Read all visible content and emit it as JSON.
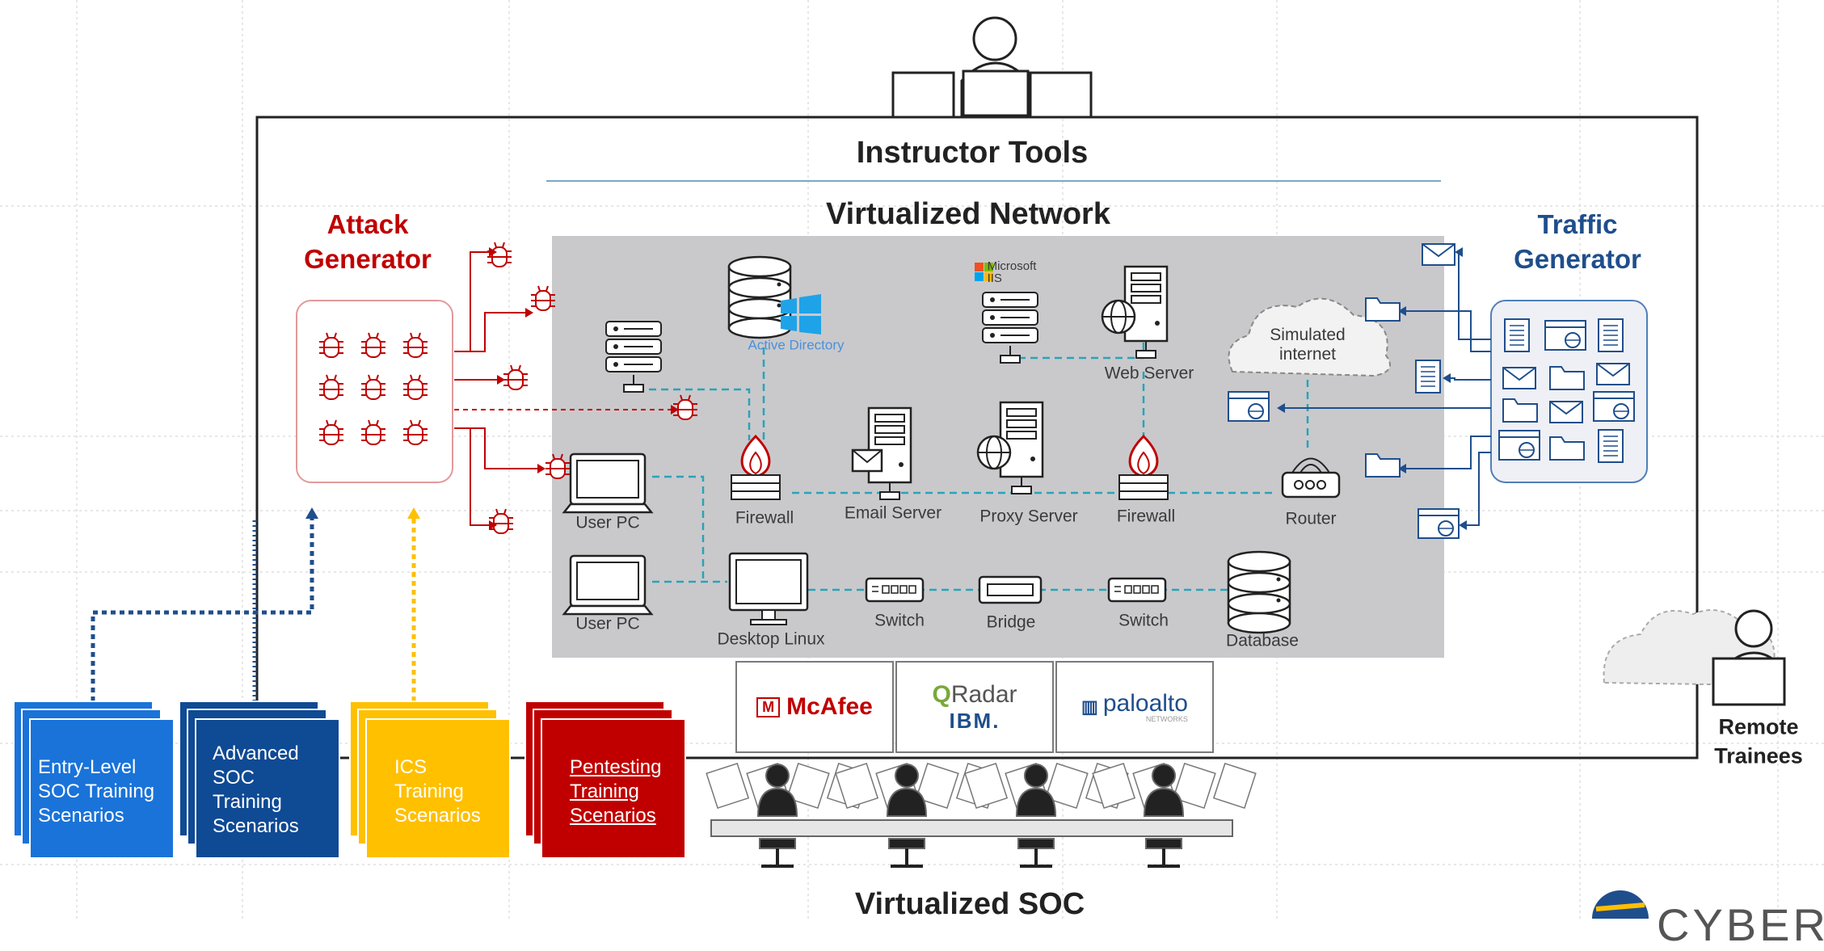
{
  "titles": {
    "instructor_tools": "Instructor Tools",
    "virtualized_network": "Virtualized Network",
    "virtualized_soc": "Virtualized SOC"
  },
  "generators": {
    "attack": [
      "Attack",
      "Generator"
    ],
    "traffic": [
      "Traffic",
      "Generator"
    ]
  },
  "devices": {
    "active_directory": "Active Directory",
    "microsoft_iis": [
      "Microsoft",
      "IIS"
    ],
    "web_server": "Web Server",
    "simulated_internet": [
      "Simulated",
      "internet"
    ],
    "user_pc_1": "User PC",
    "user_pc_2": "User PC",
    "firewall_1": "Firewall",
    "firewall_2": "Firewall",
    "email_server": "Email Server",
    "proxy_server": "Proxy Server",
    "router": "Router",
    "desktop_linux": "Desktop Linux",
    "switch_1": "Switch",
    "bridge": "Bridge",
    "switch_2": "Switch",
    "database": "Database"
  },
  "scenarios": [
    {
      "label": "Entry-Level\nSOC Training\nScenarios",
      "color": "#1a73d9"
    },
    {
      "label": "Advanced\nSOC\nTraining\nScenarios",
      "color": "#0f4a94"
    },
    {
      "label": "ICS\nTraining\nScenarios",
      "color": "#ffc000"
    },
    {
      "label": "Pentesting\nTraining\nScenarios",
      "color": "#c00000"
    }
  ],
  "vendors": {
    "mcafee": "McAfee",
    "qradar": [
      "Radar",
      "IBM."
    ],
    "paloalto": [
      "paloalto",
      "NETWORKS"
    ]
  },
  "remote_trainees": [
    "Remote",
    "Trainees"
  ],
  "brand_logo": "CYBER",
  "colors": {
    "attack_red": "#c00000",
    "traffic_blue": "#1f4e8c",
    "network_bg": "#c9c9cc",
    "link_dashed": "#2aa3b8",
    "dark_blue_dotted": "#1f4e8c",
    "yellow_dotted": "#ffc000"
  }
}
